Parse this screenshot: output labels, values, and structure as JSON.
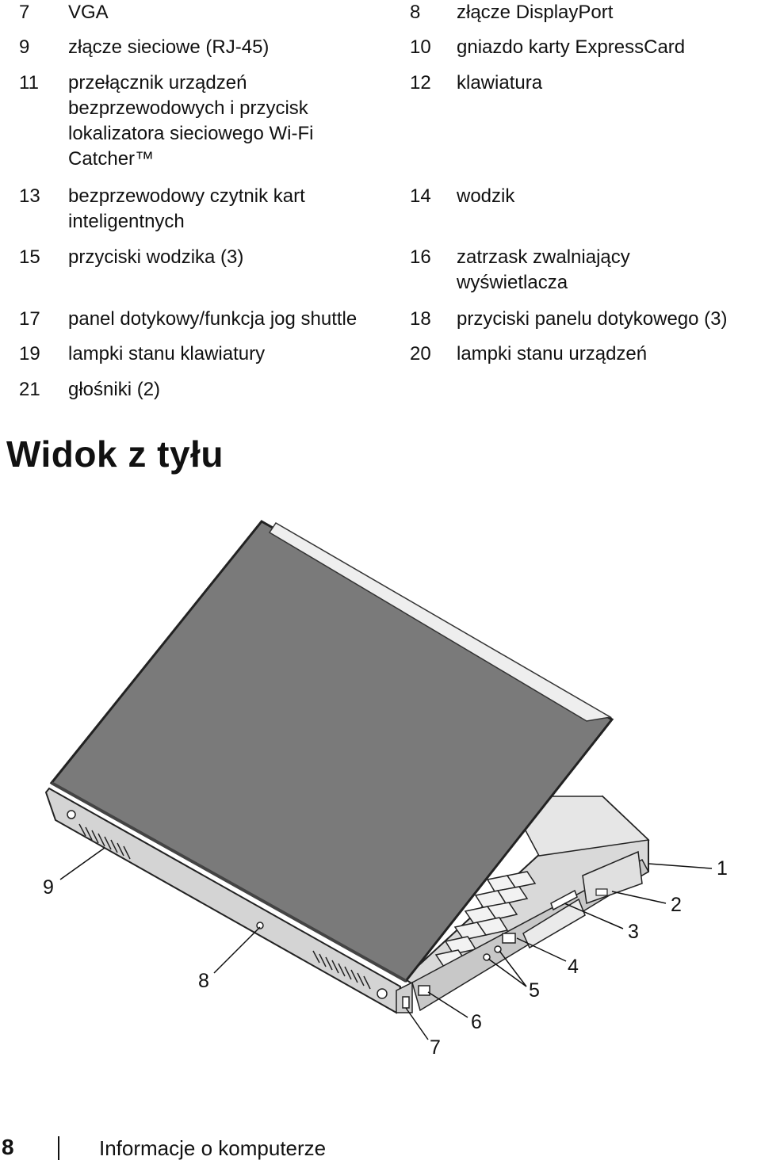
{
  "legend": {
    "rows": [
      {
        "left": {
          "num": "7",
          "label": "VGA"
        },
        "right": {
          "num": "8",
          "label": "złącze DisplayPort"
        }
      },
      {
        "left": {
          "num": "9",
          "label": "złącze sieciowe (RJ-45)"
        },
        "right": {
          "num": "10",
          "label": "gniazdo karty ExpressCard"
        }
      },
      {
        "left": {
          "num": "11",
          "label": "przełącznik urządzeń bezprzewodowych i przycisk lokalizatora sieciowego Wi-Fi Catcher™"
        },
        "right": {
          "num": "12",
          "label": "klawiatura"
        }
      },
      {
        "left": {
          "num": "13",
          "label": "bezprzewodowy czytnik kart inteligentnych"
        },
        "right": {
          "num": "14",
          "label": "wodzik"
        }
      },
      {
        "left": {
          "num": "15",
          "label": "przyciski wodzika (3)"
        },
        "right": {
          "num": "16",
          "label": "zatrzask zwalniający wyświetlacza"
        }
      },
      {
        "left": {
          "num": "17",
          "label": "panel dotykowy/funkcja jog shuttle"
        },
        "right": {
          "num": "18",
          "label": "przyciski panelu dotykowego (3)"
        }
      },
      {
        "left": {
          "num": "19",
          "label": "lampki stanu klawiatury"
        },
        "right": {
          "num": "20",
          "label": "lampki stanu urządzeń"
        }
      },
      {
        "left": {
          "num": "21",
          "label": "głośniki (2)"
        },
        "right": {
          "num": "",
          "label": ""
        }
      }
    ]
  },
  "section_title": "Widok z tyłu",
  "figure": {
    "callouts": [
      "1",
      "2",
      "3",
      "4",
      "5",
      "6",
      "7",
      "8",
      "9"
    ]
  },
  "footer": {
    "page_number": "8",
    "title": "Informacje o komputerze"
  }
}
